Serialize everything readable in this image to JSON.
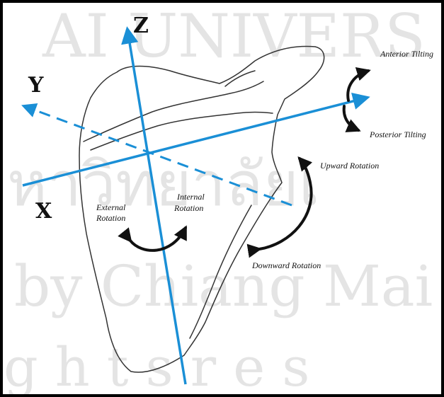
{
  "axes": {
    "x": "X",
    "y": "Y",
    "z": "Z"
  },
  "motions": {
    "anterior_tilting": "Anterior Tilting",
    "posterior_tilting": "Posterior Tilting",
    "upward_rotation": "Upward Rotation",
    "downward_rotation": "Downward Rotation",
    "external_rotation_line1": "External",
    "external_rotation_line2": "Rotation",
    "internal_rotation_line1": "Internal",
    "internal_rotation_line2": "Rotation"
  },
  "watermark": {
    "line1": "AI UNIVERS",
    "line2": "หาวิทยาลัยเ",
    "line3": "by Chiang Mai",
    "line4": "g h t s   r e s"
  },
  "colors": {
    "axis_blue": "#1a8fd6",
    "outline": "#333333",
    "arrow": "#111111",
    "frame": "#000000",
    "watermark": "#e4e4e4"
  }
}
